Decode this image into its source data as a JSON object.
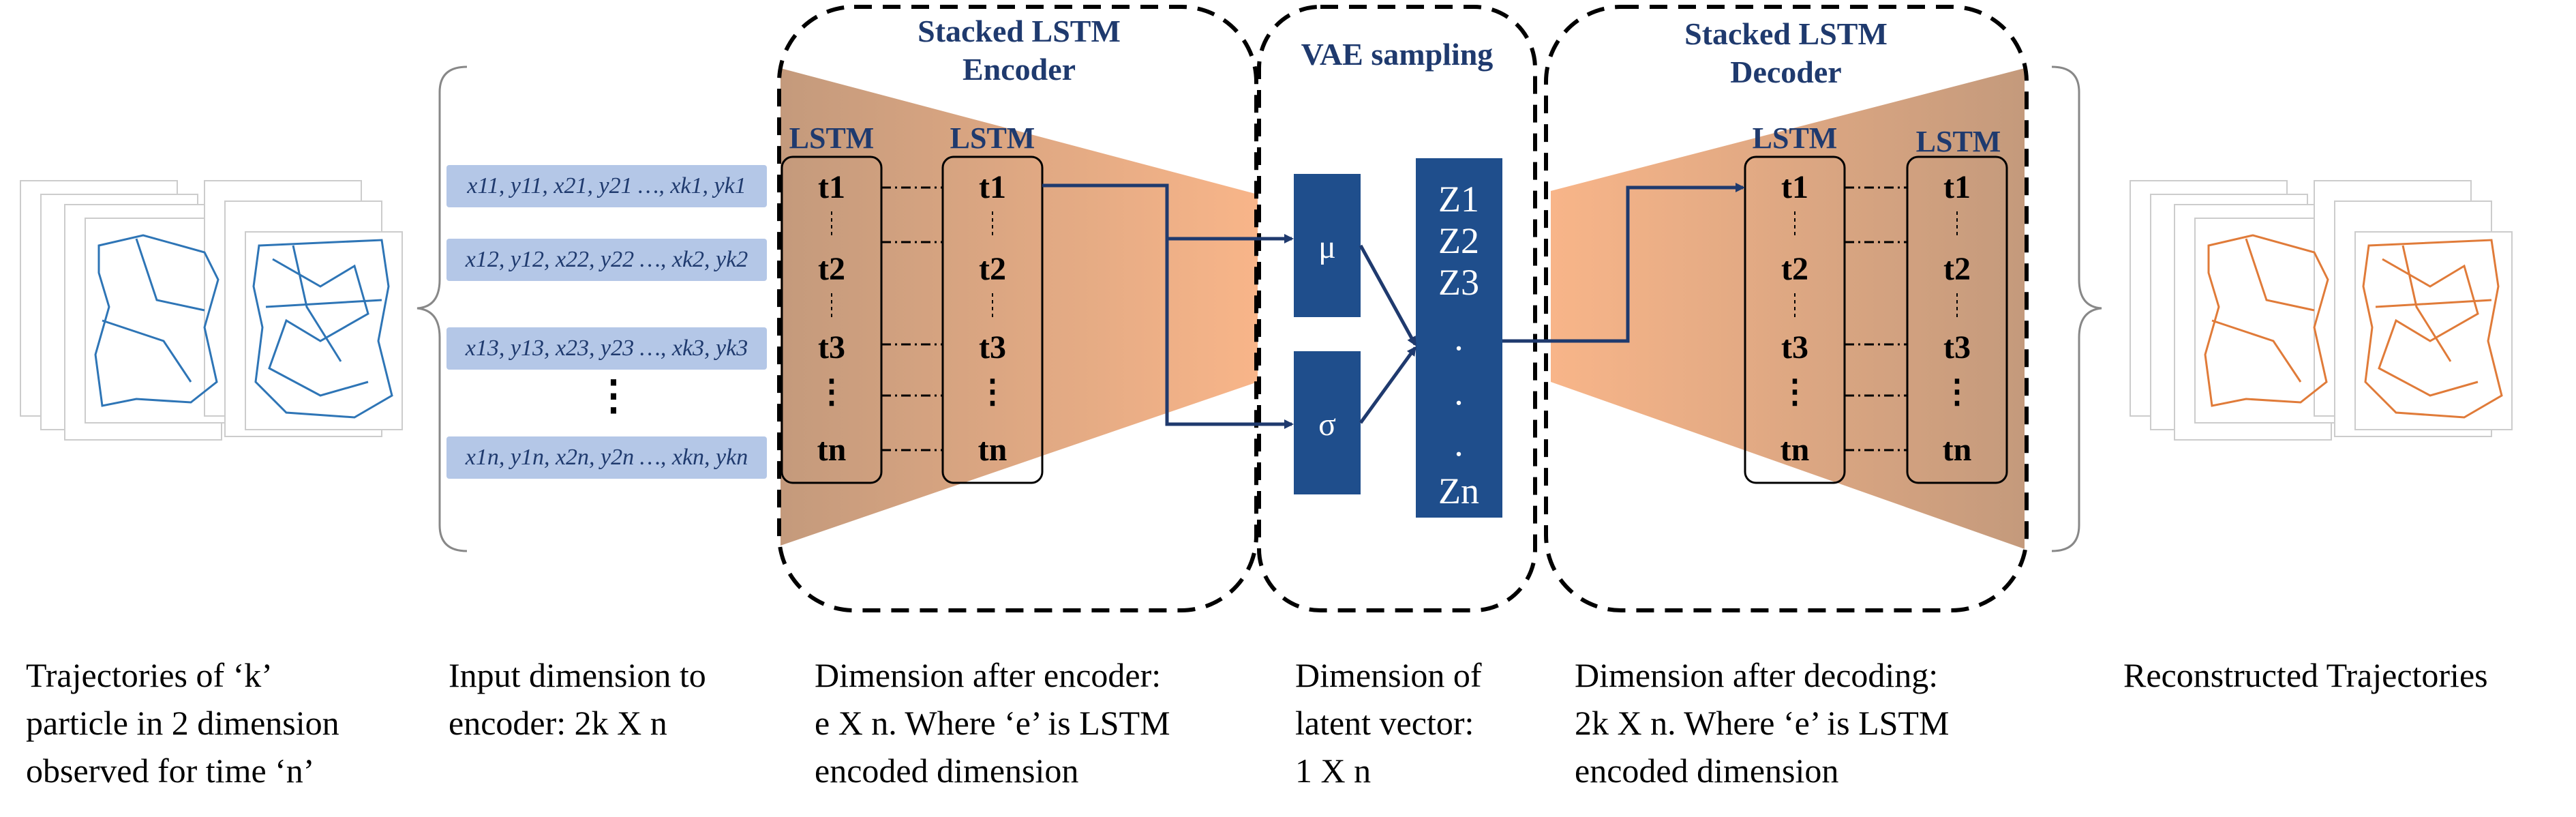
{
  "encoder": {
    "title_line1": "Stacked LSTM",
    "title_line2": "Encoder"
  },
  "vae": {
    "title": "VAE sampling",
    "mu": "μ",
    "sigma": "σ"
  },
  "decoder": {
    "title_line1": "Stacked LSTM",
    "title_line2": "Decoder"
  },
  "lstm_label": "LSTM",
  "cells": [
    "t1",
    "t2",
    "t3",
    "⋮",
    "tn"
  ],
  "latent": [
    "Z1",
    "Z2",
    "Z3",
    ".",
    ".",
    ".",
    "Zn"
  ],
  "inputs": [
    "x11, y11, x21, y21 …, xk1, yk1",
    "x12, y12, x22, y22 …, xk2, yk2",
    "x13, y13, x23, y23 …, xk3, yk3",
    "x1n, y1n, x2n, y2n …, xkn, ykn"
  ],
  "input_ellipsis": "⋮",
  "captions": {
    "trajectories": "Trajectories of ‘k’\nparticle in 2 dimension\nobserved for time ‘n’",
    "input_dim": "Input dimension to\nencoder: 2k X n",
    "after_encoder": "Dimension after encoder:\ne X n. Where ‘e’ is LSTM\nencoded dimension",
    "latent_dim": "Dimension of\nlatent vector:\n1 X n",
    "after_decoding": "Dimension after decoding:\n2k X n. Where ‘e’ is LSTM\nencoded dimension",
    "reconstructed": "Reconstructed Trajectories"
  },
  "colors": {
    "navy": "#1f3a6e",
    "vae_box": "#1f4e8c",
    "input_row": "#b4c7e7",
    "cone_dark": "#c49a7c",
    "cone_light": "#f8b589",
    "trajectory_blue": "#2e75b6",
    "trajectory_orange": "#e07b39"
  }
}
